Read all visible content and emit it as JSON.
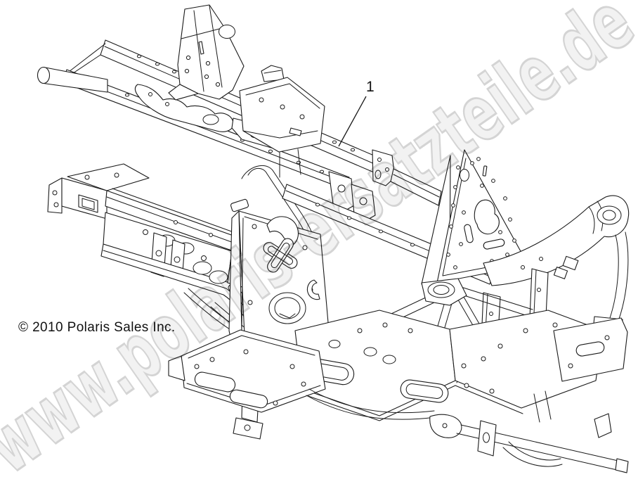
{
  "page": {
    "background_color": "#ffffff"
  },
  "diagram": {
    "line_color": "#1a1a1a",
    "callouts": [
      {
        "label": "1"
      }
    ]
  },
  "watermark": {
    "text": "www.polaris-ersatzteile.de",
    "fill_color": "#f2f2f2",
    "stroke_color": "#d4d4d4"
  },
  "copyright": {
    "text": "© 2010 Polaris Sales Inc."
  }
}
